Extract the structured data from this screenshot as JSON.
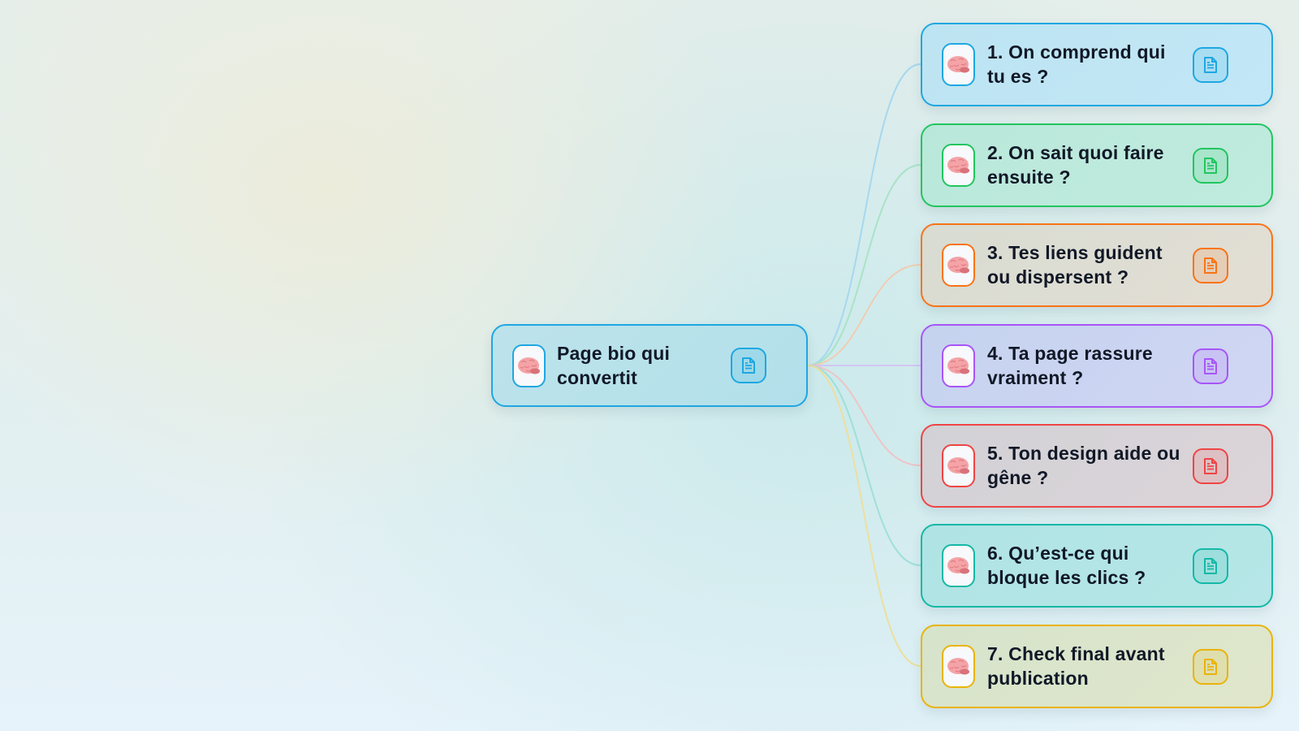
{
  "mindmap": {
    "root": {
      "label": "Page bio qui convertit",
      "icon": "brain-icon",
      "action_icon": "document-icon",
      "color": "#1ea7e1",
      "fill": "#b4e0ea"
    },
    "children": [
      {
        "label": "1. On comprend qui tu es ?",
        "icon": "brain-icon",
        "action_icon": "document-icon",
        "color": "#1ea7e1",
        "fill": "#bde5f3",
        "line": "#a6d8ef"
      },
      {
        "label": "2. On sait quoi faire ensuite ?",
        "icon": "brain-icon",
        "action_icon": "document-icon",
        "color": "#22c55e",
        "fill": "#bdeadc",
        "line": "#a9e3c6"
      },
      {
        "label": "3. Tes liens guident ou dispersent ?",
        "icon": "brain-icon",
        "action_icon": "document-icon",
        "color": "#f97316",
        "fill": "#e0dfd6",
        "line": "#efcdb3"
      },
      {
        "label": "4. Ta page rassure vraiment ?",
        "icon": "brain-icon",
        "action_icon": "document-icon",
        "color": "#a855f7",
        "fill": "#cbd5f1",
        "line": "#d3c6f3"
      },
      {
        "label": "5. Ton design aide ou gêne ?",
        "icon": "brain-icon",
        "action_icon": "document-icon",
        "color": "#ef4444",
        "fill": "#d9d4da",
        "line": "#eec4c6"
      },
      {
        "label": "6. Qu’est-ce qui bloque les clics ?",
        "icon": "brain-icon",
        "action_icon": "document-icon",
        "color": "#14b8a6",
        "fill": "#b5e6e6",
        "line": "#9fe0d8"
      },
      {
        "label": "7. Check final avant publication",
        "icon": "brain-icon",
        "action_icon": "document-icon",
        "color": "#eab308",
        "fill": "#dde6cc",
        "line": "#ecdf9f"
      }
    ]
  }
}
